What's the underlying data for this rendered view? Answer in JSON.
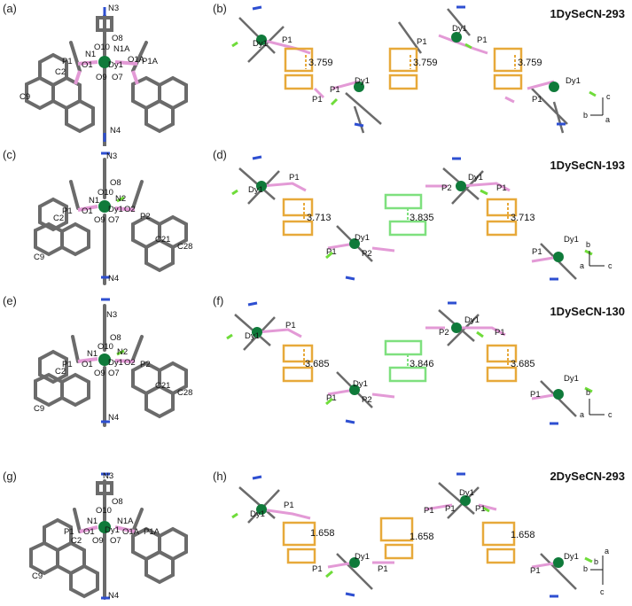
{
  "panels": [
    {
      "id": "a",
      "label": "(a)",
      "atoms": [
        "N3",
        "O8",
        "O10",
        "N1",
        "N1A",
        "P1",
        "P1A",
        "O1",
        "O1A",
        "Dy1",
        "O9",
        "O7",
        "C2",
        "C9",
        "N4"
      ]
    },
    {
      "id": "b",
      "label": "(b)",
      "title": "1DySeCN-293",
      "distances": [
        "3.759",
        "3.759",
        "3.759"
      ],
      "atoms": [
        "Dy1",
        "P1",
        "P1",
        "Dy1",
        "P1",
        "Dy1",
        "P1",
        "P1",
        "Dy1",
        "P1"
      ],
      "axes": [
        "c",
        "b",
        "a"
      ]
    },
    {
      "id": "c",
      "label": "(c)",
      "atoms": [
        "N3",
        "O8",
        "O10",
        "N1",
        "N2",
        "O1",
        "Dy1",
        "O2",
        "P1",
        "P2",
        "O9",
        "O7",
        "C2",
        "C21",
        "C28",
        "C9",
        "N4"
      ]
    },
    {
      "id": "d",
      "label": "(d)",
      "title": "1DySeCN-193",
      "distances": [
        "3.713",
        "3.835",
        "3.713"
      ],
      "atoms": [
        "Dy1",
        "P1",
        "P2",
        "Dy1",
        "P1",
        "Dy1",
        "P1",
        "P2",
        "P1",
        "Dy1"
      ],
      "axes": [
        "b",
        "a",
        "c"
      ]
    },
    {
      "id": "e",
      "label": "(e)",
      "atoms": [
        "N3",
        "O8",
        "O10",
        "N1",
        "N2",
        "O1",
        "Dy1",
        "O2",
        "P1",
        "P2",
        "O9",
        "O7",
        "C2",
        "C21",
        "C28",
        "C9",
        "N4"
      ]
    },
    {
      "id": "f",
      "label": "(f)",
      "title": "1DySeCN-130",
      "distances": [
        "3.685",
        "3.846",
        "3.685"
      ],
      "atoms": [
        "Dy1",
        "P1",
        "P2",
        "Dy1",
        "P1",
        "Dy1",
        "P1",
        "P2",
        "P1",
        "Dy1"
      ],
      "axes": [
        "b",
        "a",
        "c"
      ]
    },
    {
      "id": "g",
      "label": "(g)",
      "atoms": [
        "N3",
        "O8",
        "O10",
        "N1",
        "N1A",
        "P1",
        "P1A",
        "O1",
        "O1A",
        "Dy1",
        "O9",
        "O7",
        "C2",
        "C9",
        "N4"
      ]
    },
    {
      "id": "h",
      "label": "(h)",
      "title": "2DySeCN-293",
      "distances": [
        "1.658",
        "1.658",
        "1.658"
      ],
      "atoms": [
        "Dy1",
        "P1",
        "P1",
        "Dy1",
        "P1",
        "P1",
        "Dy1",
        "P1",
        "P1",
        "Dy1",
        "P1"
      ],
      "axes": [
        "a",
        "b",
        "b",
        "c"
      ]
    }
  ],
  "colors": {
    "carbon": "#6b6b6b",
    "phosphorus": "#e39ad6",
    "dysprosium": "#0f7a3a",
    "nitrogen": "#2e4fd1",
    "fluorine": "#6fdc3a",
    "stack_orange": "#e7a93a",
    "stack_green": "#7ee07e"
  }
}
